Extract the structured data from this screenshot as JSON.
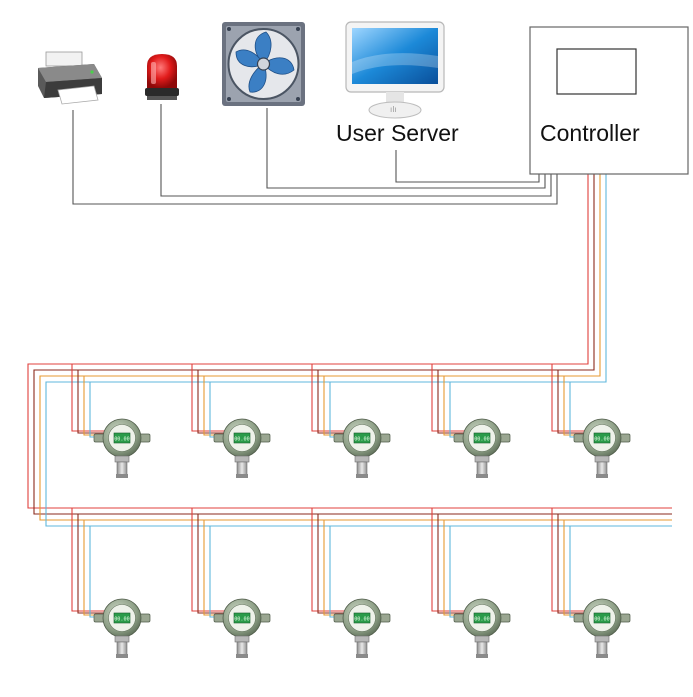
{
  "devices": {
    "printer": {
      "icon": "printer-icon"
    },
    "alarm": {
      "icon": "alarm-beacon-icon"
    },
    "fan": {
      "icon": "exhaust-fan-icon"
    },
    "server": {
      "icon": "monitor-icon",
      "label": "User Server"
    },
    "controller": {
      "icon": "controller-box-icon",
      "label": "Controller"
    }
  },
  "detectors": {
    "icon": "gas-detector-icon",
    "display_text": "00.00",
    "rows": 2,
    "per_row": 5
  },
  "colors": {
    "signal_wire": "#555555",
    "bus_red": "#e0403c",
    "bus_brown": "#8b2a1c",
    "bus_orange": "#e79a32",
    "bus_blue": "#5fb7dc",
    "detector_body": "#8a9c83",
    "detector_screen": "#2a9b4a",
    "fan_blade": "#3b7fc4",
    "alarm_red": "#e11b1b",
    "monitor_screen": "#1c89d8"
  }
}
